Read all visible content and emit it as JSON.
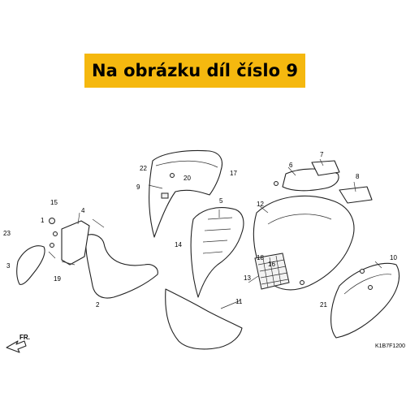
{
  "banner": {
    "text": "Na obrázku díl číslo 9"
  },
  "diagram": {
    "code": "K1B7F1200",
    "direction_label": "FR.",
    "callouts": [
      "1",
      "2",
      "3",
      "4",
      "5",
      "6",
      "7",
      "8",
      "9",
      "10",
      "11",
      "12",
      "13",
      "14",
      "15",
      "16",
      "17",
      "18",
      "19",
      "20",
      "21",
      "22",
      "23"
    ]
  }
}
